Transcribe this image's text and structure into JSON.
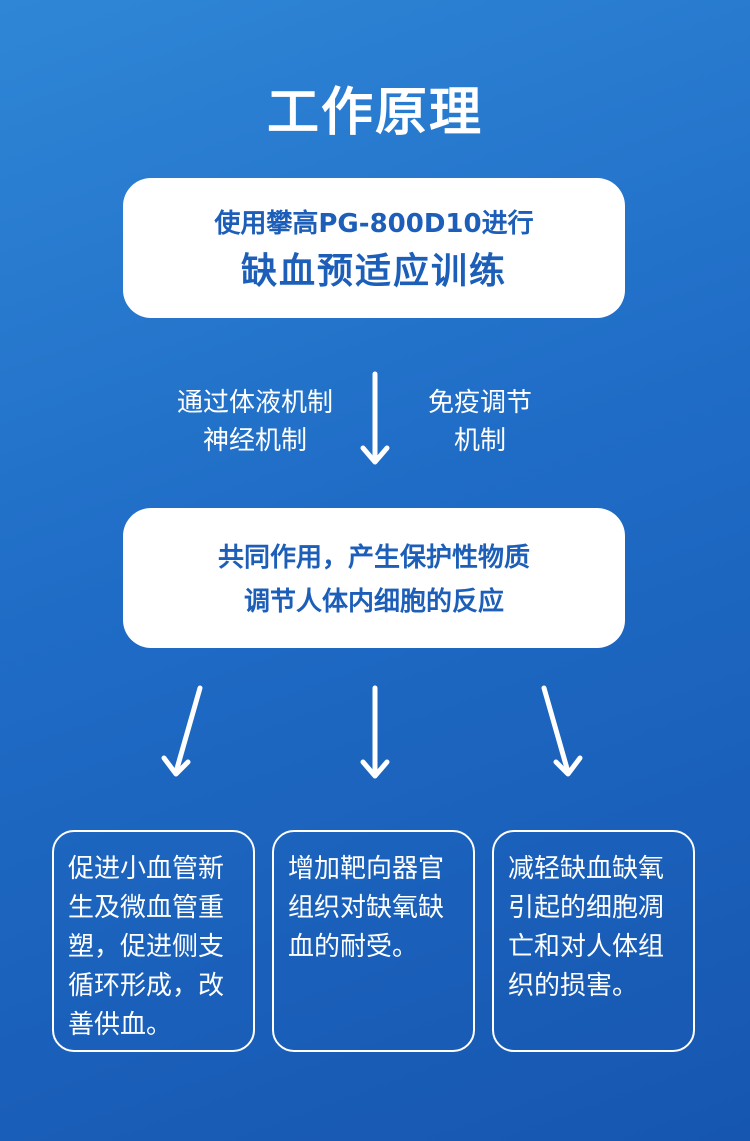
{
  "title": "工作原理",
  "top_box": {
    "line1": "使用攀高PG-800D10进行",
    "line2": "缺血预适应训练"
  },
  "mechanisms": {
    "left": [
      "通过体液机制",
      "神经机制"
    ],
    "right": [
      "免疫调节",
      "机制"
    ]
  },
  "middle_box": {
    "line1": "共同作用，产生保护性物质",
    "line2": "调节人体内细胞的反应"
  },
  "effects": [
    "促进小血管新生及微血管重塑，促进侧支循环形成，改善供血。",
    "增加靶向器官组织对缺氧缺血的耐受。",
    "减轻缺血缺氧引起的细胞凋亡和对人体组织的损害。"
  ],
  "colors": {
    "background_top": "#2f86d6",
    "background_bottom": "#1656b0",
    "box_text": "#1d5fb8",
    "white": "#ffffff"
  }
}
